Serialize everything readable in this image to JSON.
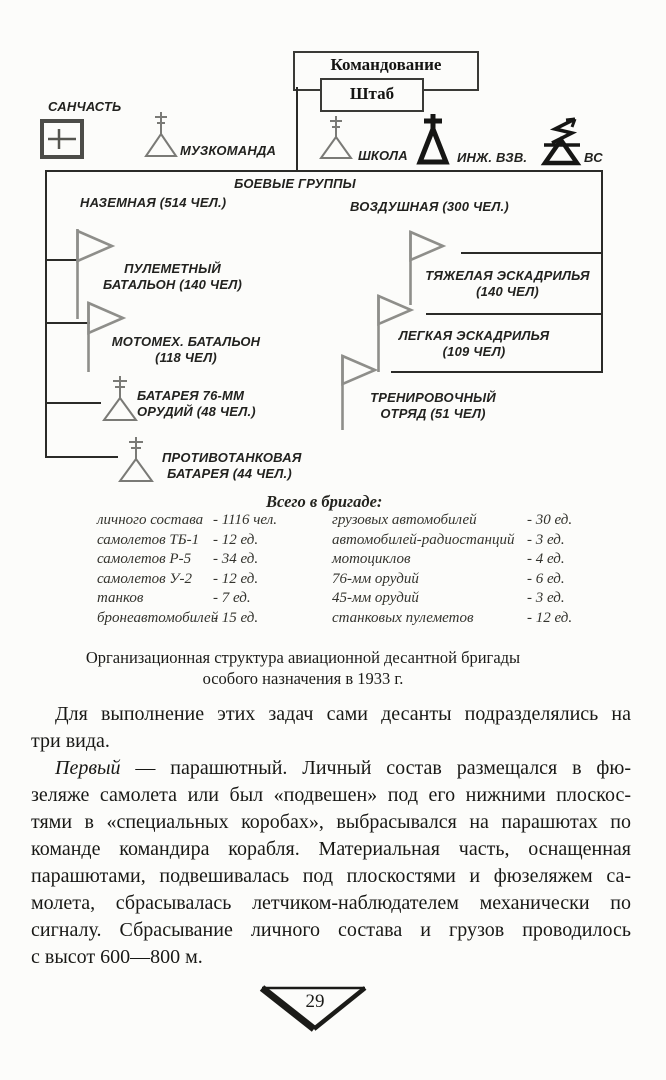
{
  "page_number": "29",
  "colors": {
    "page_background": "#fcfcfa",
    "ink": "#1d1d1b",
    "diagram_line": "#2b2b28",
    "flag_gray": "#8e8e8a",
    "icon_gray": "#7a7a76",
    "bold_icon_black": "#161614"
  },
  "org_chart": {
    "command_box": "Командование",
    "staff_box": "Штаб",
    "top_units": [
      {
        "label": "САНЧАСТЬ",
        "icon": "medical-unit-icon"
      },
      {
        "label": "МУЗКОМАНДА",
        "icon": "tent-mast-icon"
      },
      {
        "label": "ШКОЛА",
        "icon": "tent-mast-icon"
      },
      {
        "label": "ИНЖ. ВЗВ.",
        "icon": "triangle-cross-icon"
      },
      {
        "label": "ВС",
        "icon": "triangle-arrow-icon"
      }
    ],
    "combat_groups_title": "БОЕВЫЕ ГРУППЫ",
    "ground_group": {
      "header": "НАЗЕМНАЯ (514 ЧЕЛ.)",
      "units": [
        {
          "label": "ПУЛЕМЕТНЫЙ БАТАЛЬОН (140 ЧЕЛ)",
          "icon": "pennant-flag-icon"
        },
        {
          "label": "МОТОМЕХ. БАТАЛЬОН (118 ЧЕЛ)",
          "icon": "pennant-flag-icon"
        },
        {
          "label": "БАТАРЕЯ 76-ММ ОРУДИЙ (48 ЧЕЛ.)",
          "icon": "tent-mast-icon"
        },
        {
          "label": "ПРОТИВОТАНКОВАЯ БАТАРЕЯ (44 ЧЕЛ.)",
          "icon": "tent-mast-icon"
        }
      ]
    },
    "air_group": {
      "header": "ВОЗДУШНАЯ (300 ЧЕЛ.)",
      "units": [
        {
          "label": "ТЯЖЕЛАЯ ЭСКАДРИЛЬЯ (140 ЧЕЛ)",
          "icon": "pennant-flag-icon"
        },
        {
          "label": "ЛЕГКАЯ ЭСКАДРИЛЬЯ (109 ЧЕЛ)",
          "icon": "pennant-flag-icon"
        },
        {
          "label": "ТРЕНИРОВОЧНЫЙ ОТРЯД (51 ЧЕЛ)",
          "icon": "pennant-flag-icon"
        }
      ]
    },
    "totals": {
      "heading": "Всего в бригаде:",
      "left_column": [
        {
          "name": "личного состава",
          "value": "- 1116 чел."
        },
        {
          "name": "самолетов ТБ-1",
          "value": "- 12 ед."
        },
        {
          "name": "самолетов Р-5",
          "value": "- 34 ед."
        },
        {
          "name": "самолетов У-2",
          "value": "- 12 ед."
        },
        {
          "name": "танков",
          "value": "- 7 ед."
        },
        {
          "name": "бронеавтомобилей",
          "value": "- 15 ед."
        }
      ],
      "right_column": [
        {
          "name": "грузовых автомобилей",
          "value": "- 30 ед."
        },
        {
          "name": "автомобилей-радиостанций",
          "value": "- 3 ед."
        },
        {
          "name": "мотоциклов",
          "value": "- 4 ед."
        },
        {
          "name": "76-мм орудий",
          "value": "- 6 ед."
        },
        {
          "name": "45-мм орудий",
          "value": "- 3 ед."
        },
        {
          "name": "станковых пулеметов",
          "value": "- 12 ед."
        }
      ]
    },
    "caption": "Организационная структура авиационной десантной бригады особого назначения в 1933 г."
  },
  "body_text": {
    "para1_lines": [
      "Для выполнение этих задач сами десанты подразделялись на",
      "три вида."
    ],
    "para2_lead": "Первый",
    "para2_line1_rest": " — парашютный. Личный состав размещался в фю-",
    "para2_lines": [
      "зеляже самолета или был «подвешен» под его нижними плоскос-",
      "тями в «специальных коробах», выбрасывался на парашютах по",
      "команде командира корабля. Материальная часть, оснащенная",
      "парашютами, подвешивалась под плоскостями и фюзеляжем са-",
      "молета, сбрасывалась летчиком-наблюдателем механически по",
      "сигналу. Сбрасывание личного состава и грузов проводилось",
      "с высот 600—800 м."
    ]
  }
}
